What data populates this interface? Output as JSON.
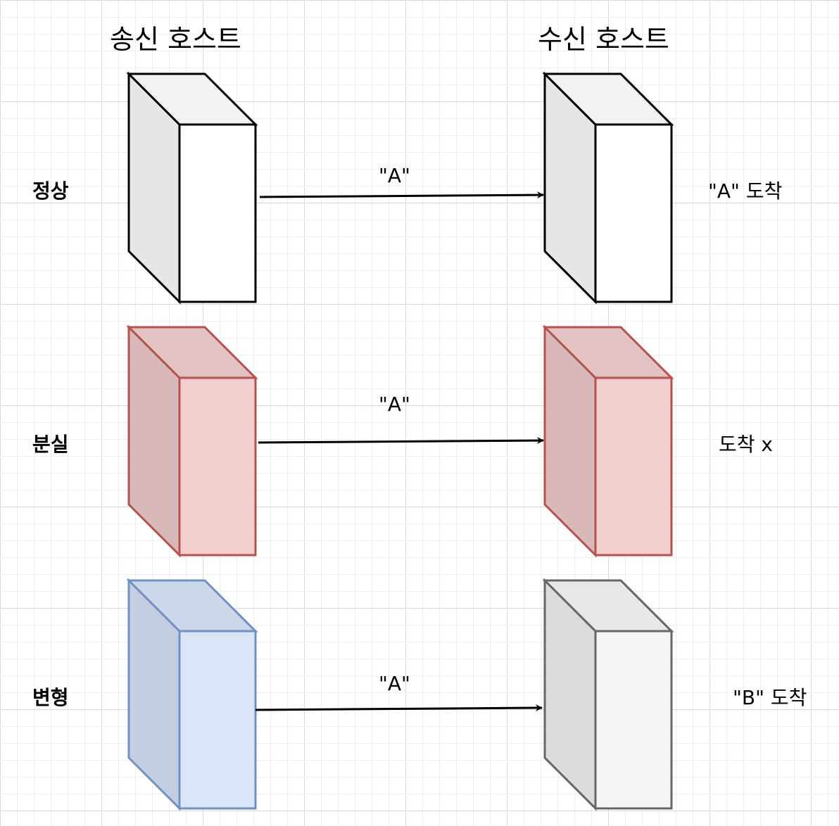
{
  "headers": {
    "sender": "송신 호스트",
    "receiver": "수신 호스트"
  },
  "rows": [
    {
      "label": "정상",
      "message": "\"A\"",
      "result": "\"A\" 도착"
    },
    {
      "label": "분실",
      "message": "\"A\"",
      "result": "도착 x"
    },
    {
      "label": "변형",
      "message": "\"A\"",
      "result": "\"B\" 도착"
    }
  ],
  "colors": {
    "normal": {
      "front": "#ffffff",
      "top": "#f2f2f2",
      "side": "#e6e6e6",
      "stroke": "#000000"
    },
    "lost": {
      "front": "#f1cfcf",
      "top": "#e2c2c2",
      "side": "#d8b8b8",
      "stroke": "#b5524f"
    },
    "modified_sender": {
      "front": "#dae6f8",
      "top": "#ccd7ea",
      "side": "#c3cee0",
      "stroke": "#7191c4"
    },
    "modified_receiver": {
      "front": "#f5f5f5",
      "top": "#e8e8e8",
      "side": "#dcdcdc",
      "stroke": "#666666"
    },
    "grid_minor": "#efefef",
    "grid_major": "#d9d9d9",
    "arrow": "#000000"
  }
}
